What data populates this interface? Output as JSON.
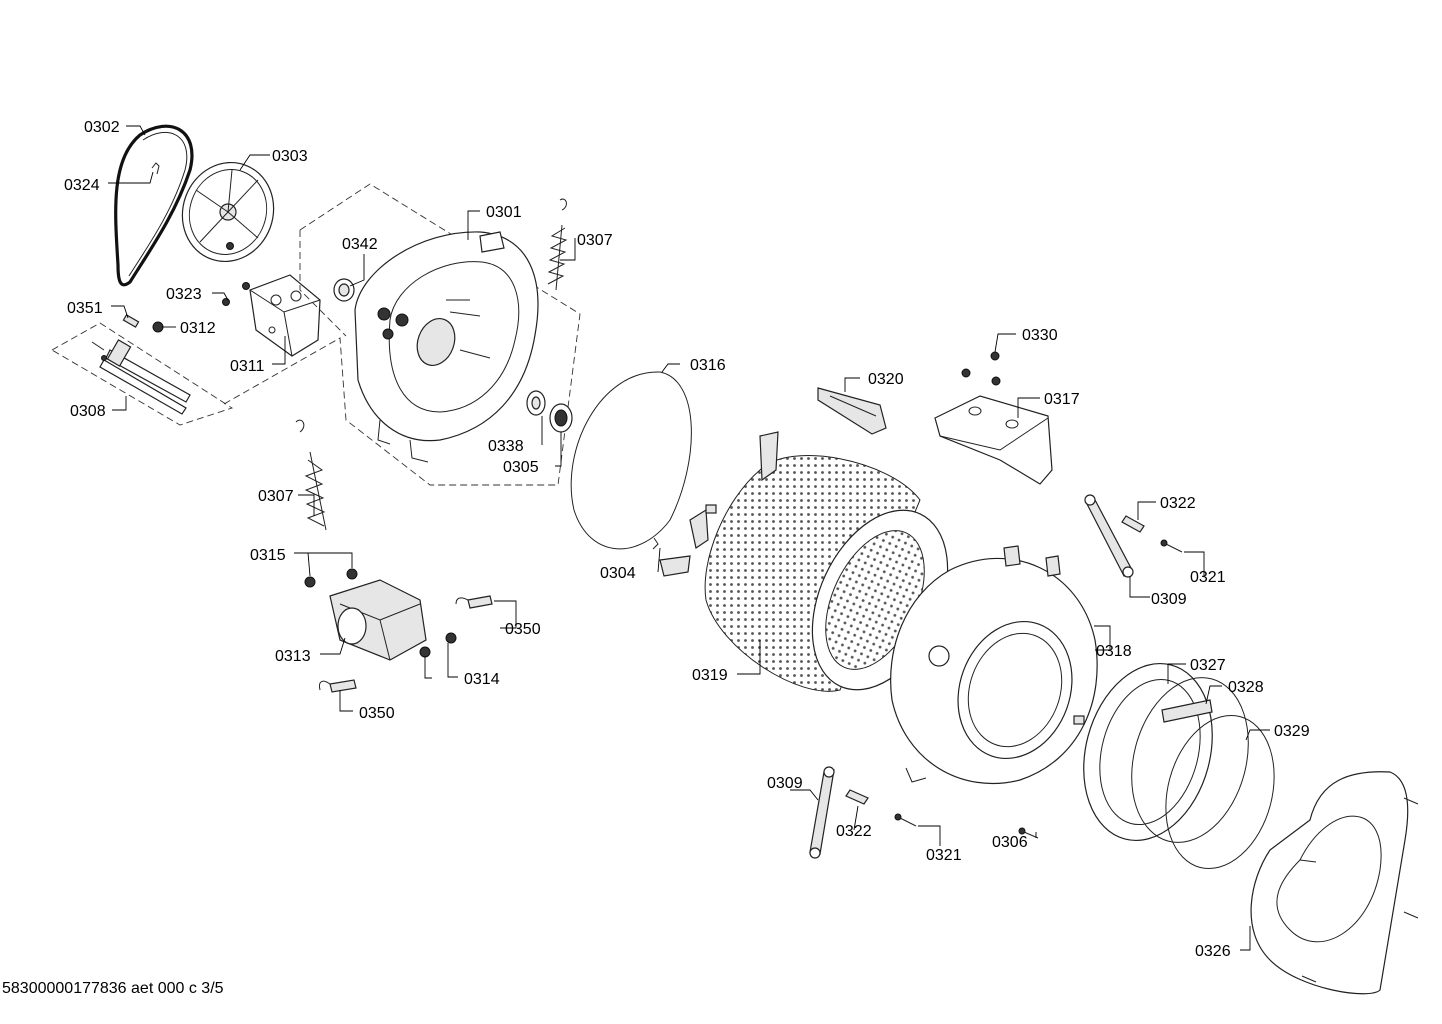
{
  "footer": {
    "document_code": "58300000177836 aet 000 c 3/5"
  },
  "labels": {
    "c0301": "0301",
    "c0302": "0302",
    "c0303": "0303",
    "c0304": "0304",
    "c0305": "0305",
    "c0306": "0306",
    "c0307": "0307",
    "c0308": "0308",
    "c0309": "0309",
    "c0311": "0311",
    "c0312": "0312",
    "c0313": "0313",
    "c0314": "0314",
    "c0315": "0315",
    "c0316": "0316",
    "c0317": "0317",
    "c0318": "0318",
    "c0319": "0319",
    "c0320": "0320",
    "c0321": "0321",
    "c0322": "0322",
    "c0323": "0323",
    "c0324": "0324",
    "c0326": "0326",
    "c0327": "0327",
    "c0328": "0328",
    "c0329": "0329",
    "c0330": "0330",
    "c0338": "0338",
    "c0342": "0342",
    "c0350": "0350",
    "c0351": "0351"
  }
}
